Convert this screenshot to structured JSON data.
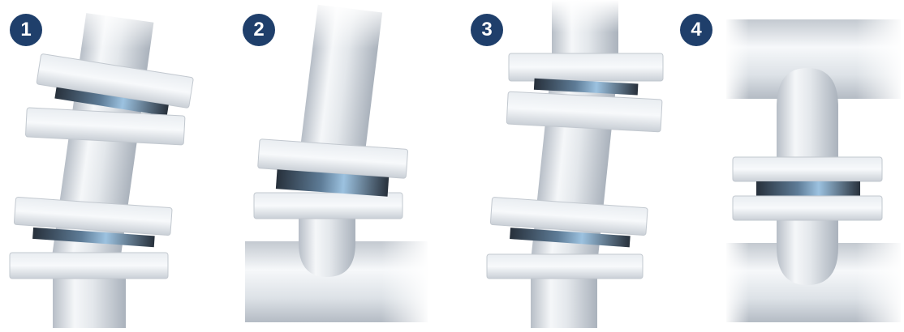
{
  "colors": {
    "badge": "#1f3f6b",
    "badge_text": "#ffffff",
    "metal_light": "#f4f6f8",
    "metal_mid": "#d3d8de",
    "metal_dark": "#aeb5be",
    "gasket_dark": "#2c3440",
    "gasket_highlight": "#8fb6d6"
  },
  "panels": [
    {
      "badge": "1"
    },
    {
      "badge": "2"
    },
    {
      "badge": "3"
    },
    {
      "badge": "4"
    }
  ]
}
